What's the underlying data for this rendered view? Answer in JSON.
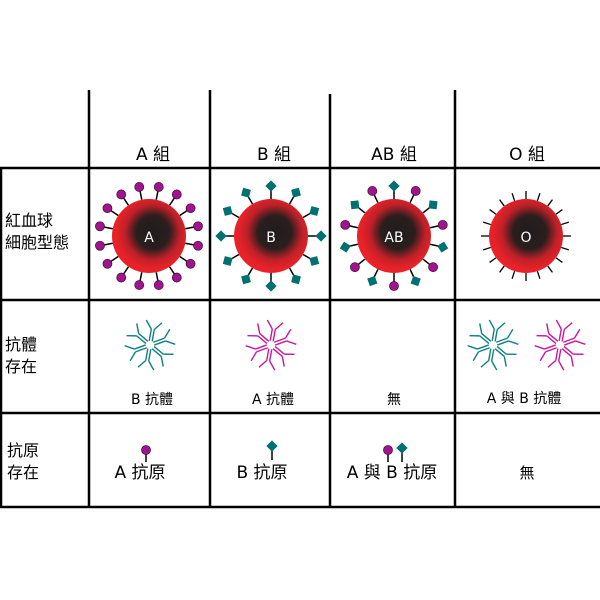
{
  "columns": [
    "A 組",
    "B 組",
    "AB 組",
    "O 組"
  ],
  "rows": [
    {
      "label": [
        "紅血球",
        "細胞型態"
      ]
    },
    {
      "label": [
        "抗體",
        "存在"
      ]
    },
    {
      "label": [
        "抗原",
        "存在"
      ]
    }
  ],
  "cells": {
    "letters": [
      "A",
      "B",
      "AB",
      "O"
    ],
    "antibodies": [
      "B 抗體",
      "A 抗體",
      "無",
      "A 與 B 抗體"
    ],
    "antigens": [
      "A 抗原",
      "B 抗原",
      "A 與 B 抗原",
      "無"
    ]
  },
  "colors": {
    "a_antigen": "#a0148c",
    "b_antigen": "#007070",
    "a_antibody": "#c8189c",
    "b_antibody": "#108080",
    "cell_red": "#e82228",
    "cell_core": "#201c1c"
  }
}
